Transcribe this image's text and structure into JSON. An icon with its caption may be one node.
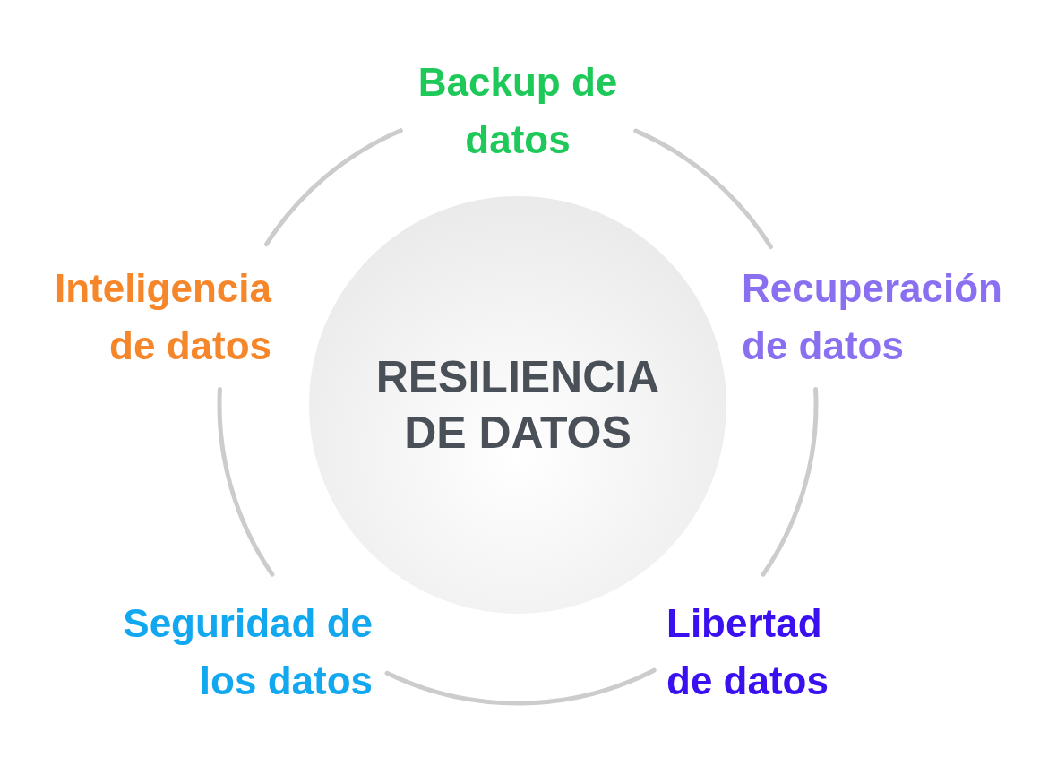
{
  "diagram": {
    "nodes": [
      {
        "text": [
          "RESILIENCIA DE DATOS"
        ]
      },
      {
        "text": [
          "Backup de datos"
        ]
      },
      {
        "text": [
          "Recuperación de datos"
        ]
      },
      {
        "text": [
          "Libertad de datos"
        ]
      },
      {
        "text": [
          "Seguridad de los datos"
        ]
      },
      {
        "text": [
          "Inteligencia de datos"
        ]
      }
    ],
    "edges": [
      {
        "from": 1,
        "to": 2,
        "arrow": "none"
      },
      {
        "from": 2,
        "to": 3,
        "arrow": "none"
      },
      {
        "from": 3,
        "to": 4,
        "arrow": "none"
      },
      {
        "from": 4,
        "to": 5,
        "arrow": "none"
      },
      {
        "from": 5,
        "to": 1,
        "arrow": "none"
      }
    ]
  }
}
